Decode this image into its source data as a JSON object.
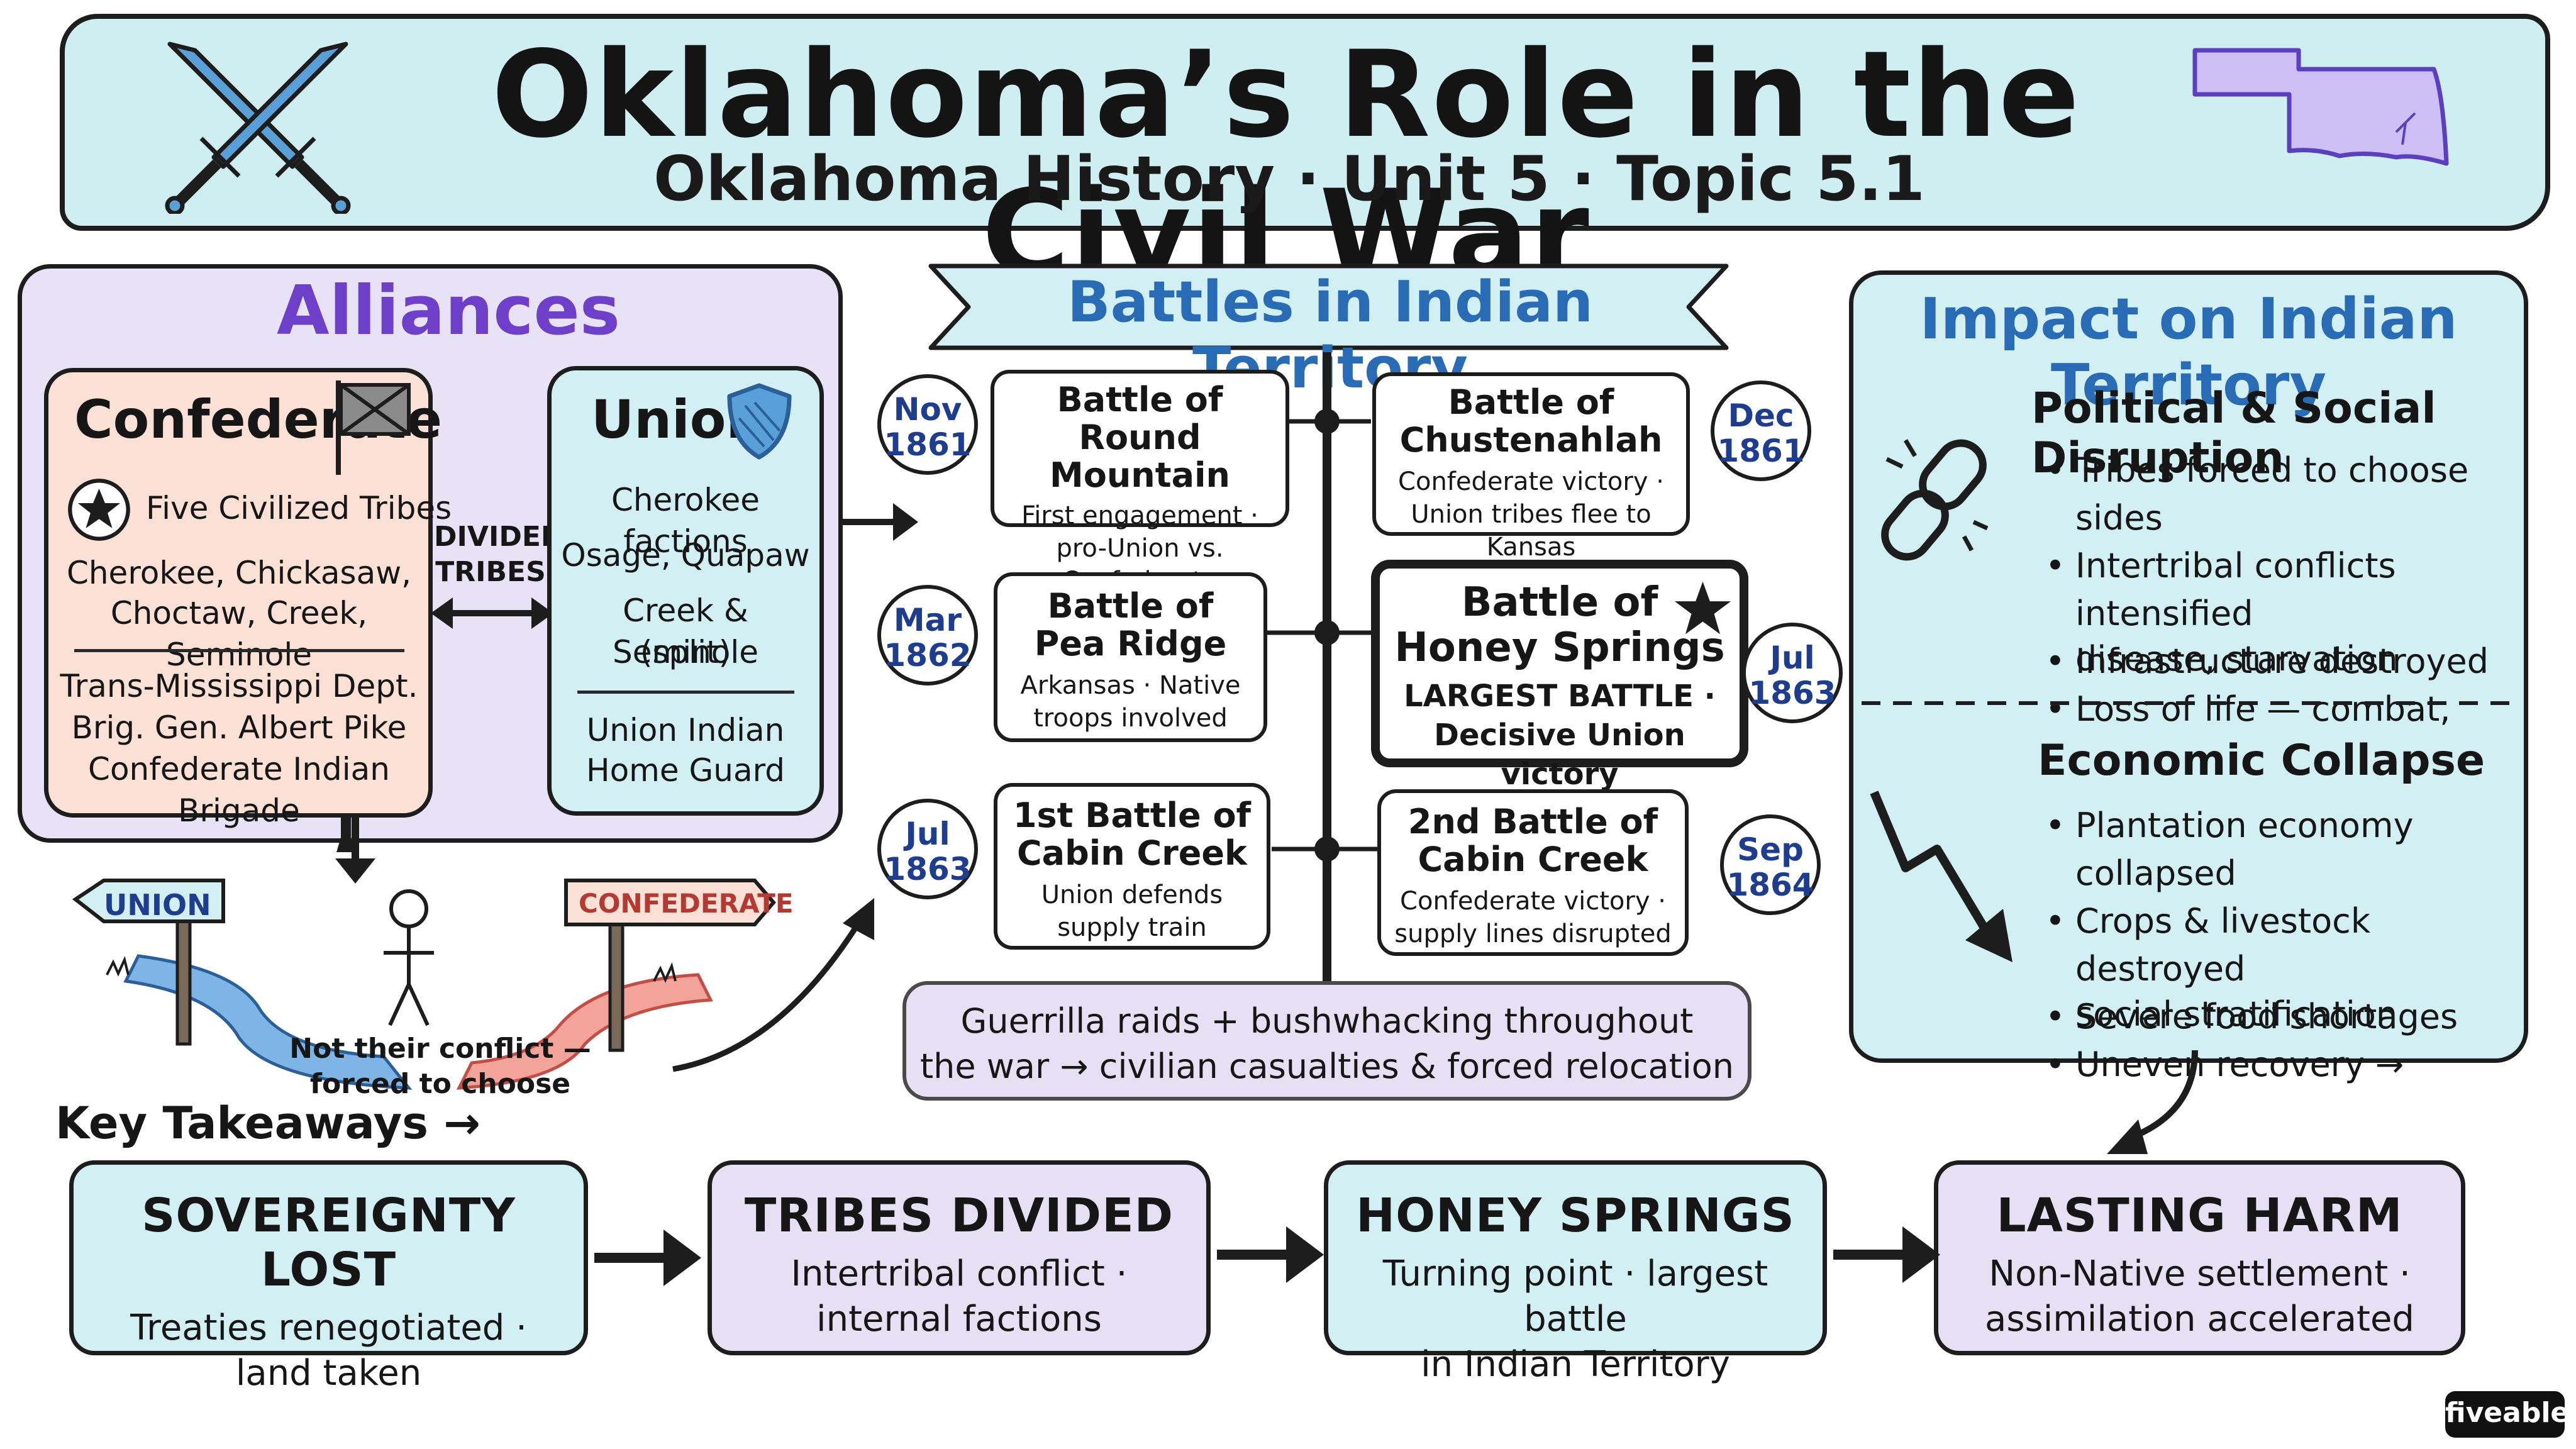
{
  "header": {
    "title": "Oklahoma’s Role in the Civil War",
    "subtitle": "Oklahoma History · Unit 5 · Topic 5.1",
    "icons": [
      "crossed-swords-icon",
      "oklahoma-map-icon"
    ]
  },
  "alliances": {
    "title": "Alliances",
    "confederate": {
      "heading": "Confederate",
      "star_label": "Five Civilized Tribes",
      "tribes_line1": "Cherokee, Chickasaw,",
      "tribes_line2": "Choctaw, Creek, Seminole",
      "dept_line1": "Trans-Mississippi Dept.",
      "dept_line2": "Brig. Gen. Albert Pike",
      "dept_line3": "Confederate Indian Brigade"
    },
    "divided_line1": "DIVIDED",
    "divided_line2": "TRIBES",
    "union": {
      "heading": "Union",
      "line1": "Cherokee factions",
      "line2": "Osage, Quapaw",
      "line3": "Creek & Seminole",
      "line4": "(split)",
      "guard_line1": "Union Indian",
      "guard_line2": "Home Guard"
    },
    "sign_union": "UNION",
    "sign_confederate": "CONFEDERATE",
    "conflict_line1": "Not their conflict —",
    "conflict_line2": "forced to choose"
  },
  "battles": {
    "title": "Battles in Indian Territory",
    "items": [
      {
        "month": "Nov",
        "year": "1861",
        "name1": "Battle of",
        "name2": "Round Mountain",
        "desc1": "First engagement ·",
        "desc2": "pro-Union vs. Confederate"
      },
      {
        "month": "Dec",
        "year": "1861",
        "name1": "Battle of",
        "name2": "Chustenahlah",
        "desc1": "Confederate victory ·",
        "desc2": "Union tribes flee to Kansas"
      },
      {
        "month": "Mar",
        "year": "1862",
        "name1": "Battle of",
        "name2": "Pea Ridge",
        "desc1": "Arkansas · Native",
        "desc2": "troops involved"
      },
      {
        "month": "Jul",
        "year": "1863",
        "name1": "Battle of",
        "name2": "Honey Springs",
        "desc1": "LARGEST BATTLE ·",
        "desc2": "Decisive Union victory"
      },
      {
        "month": "Jul",
        "year": "1863",
        "name1": "1st Battle of",
        "name2": "Cabin Creek",
        "desc1": "Union defends",
        "desc2": "supply train"
      },
      {
        "month": "Sep",
        "year": "1864",
        "name1": "2nd Battle of",
        "name2": "Cabin Creek",
        "desc1": "Confederate victory ·",
        "desc2": "supply lines disrupted"
      }
    ],
    "guerrilla_line1": "Guerrilla raids + bushwhacking throughout",
    "guerrilla_line2": "the war → civilian casualties & forced relocation"
  },
  "impact": {
    "title": "Impact on Indian Territory",
    "political": {
      "heading": "Political & Social Disruption",
      "items": [
        "Tribes forced to choose sides",
        "Intertribal conflicts intensified",
        "Infrastructure destroyed",
        "Loss of life — combat,",
        "disease, starvation"
      ]
    },
    "economic": {
      "heading": "Economic Collapse",
      "items": [
        "Plantation economy collapsed",
        "Crops & livestock destroyed",
        "Severe food shortages",
        "Uneven recovery →",
        "social stratification"
      ]
    }
  },
  "takeaways": {
    "label": "Key Takeaways →",
    "items": [
      {
        "heading": "SOVEREIGNTY LOST",
        "line1": "Treaties renegotiated ·",
        "line2": "land taken",
        "color": "#d2eff4"
      },
      {
        "heading": "TRIBES DIVIDED",
        "line1": "Intertribal conflict ·",
        "line2": "internal factions",
        "color": "#e6e0f4"
      },
      {
        "heading": "HONEY SPRINGS",
        "line1": "Turning point · largest battle",
        "line2": "in Indian Territory",
        "color": "#d2eff4"
      },
      {
        "heading": "LASTING HARM",
        "line1": "Non-Native settlement ·",
        "line2": "assimilation accelerated",
        "color": "#e6e0f4"
      }
    ]
  },
  "colors": {
    "banner": "#cfeef2",
    "alliances_bg": "#e8e2f6",
    "confederate_bg": "#fbe0d6",
    "union_bg": "#d2eff4",
    "accent_purple": "#6e3fc9",
    "accent_blue": "#2a6bb5",
    "date_blue": "#1f3d8f"
  },
  "brand": "fiveable"
}
